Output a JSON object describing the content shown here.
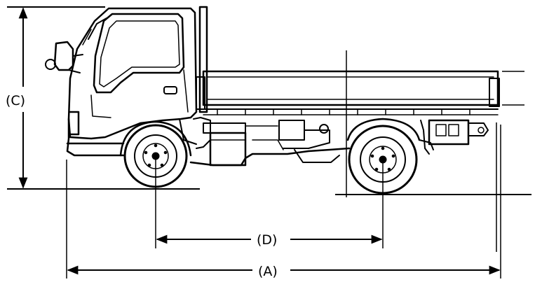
{
  "labels": {
    "height": "(C)",
    "wheelbase": "(D)",
    "overall_length": "(A)"
  }
}
